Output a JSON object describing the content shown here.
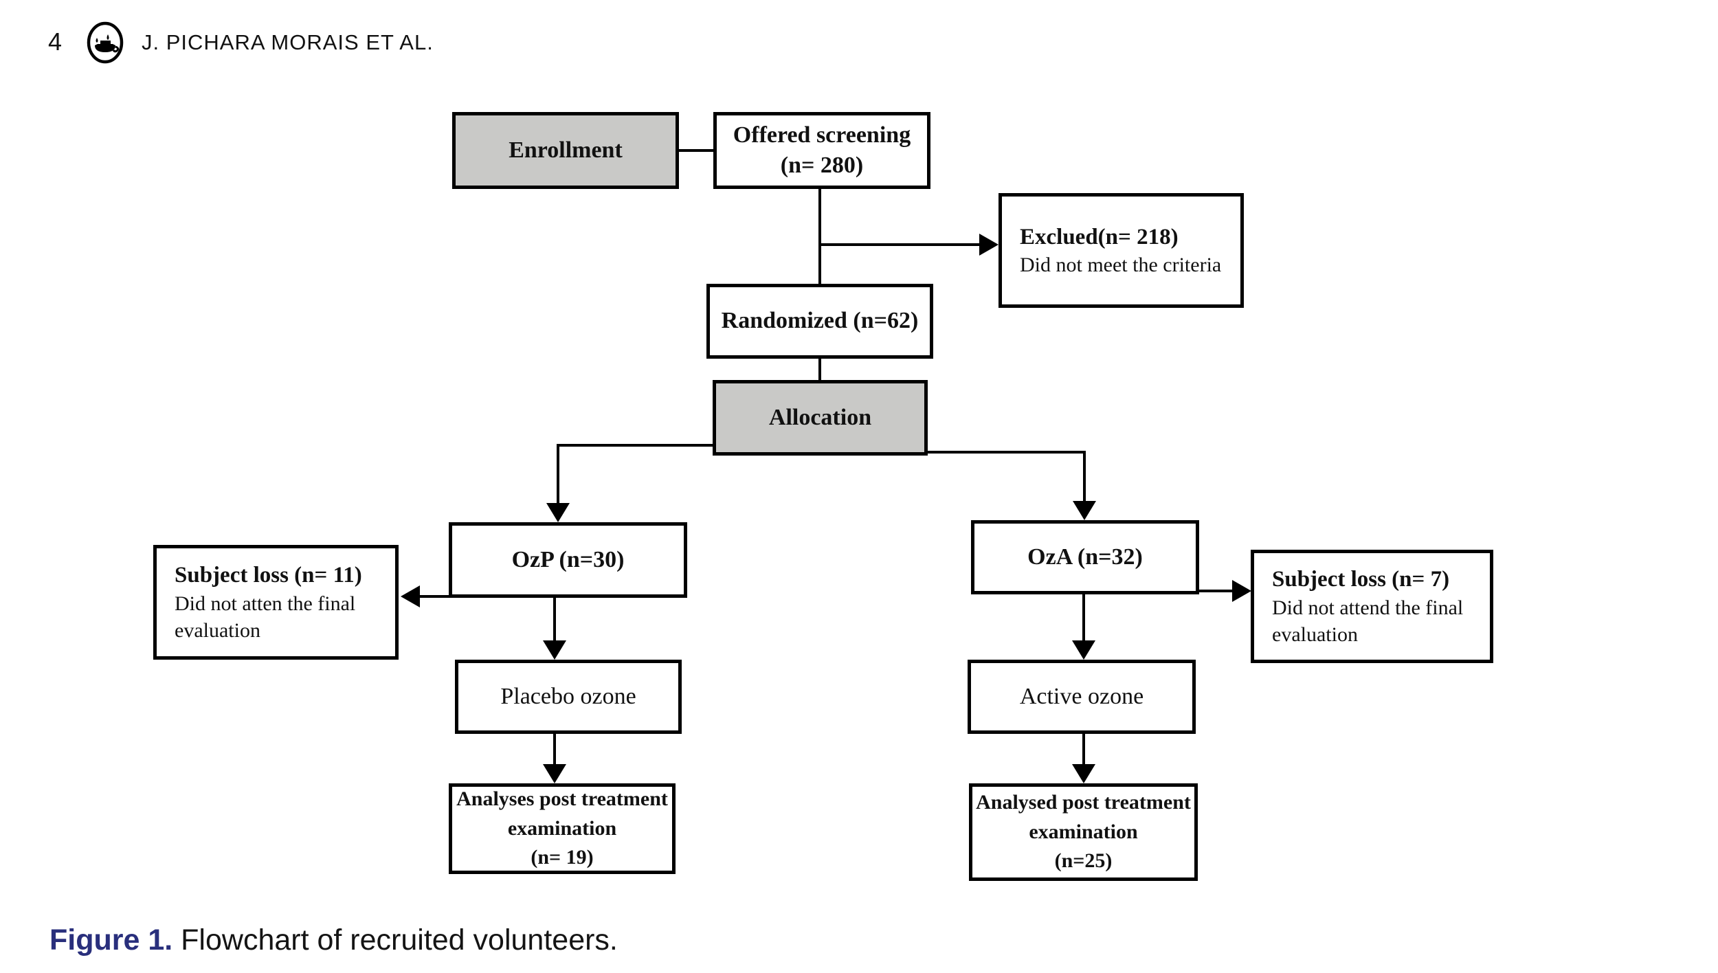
{
  "colors": {
    "node_fill_gray": "#c9c9c7",
    "caption_label": "#292f7c",
    "line": "#000000"
  },
  "icons": {
    "journal_logo": "lamp-in-circle-icon"
  },
  "header": {
    "page_number": "4",
    "authors": "J. PICHARA MORAIS ET AL."
  },
  "flowchart": {
    "enrollment": {
      "label": "Enrollment"
    },
    "offered_screening": {
      "line1": "Offered screening",
      "line2": "(n= 280)"
    },
    "excluded": {
      "title": "Exclued(n= 218)",
      "desc": "Did not meet the criteria"
    },
    "randomized": {
      "label": "Randomized (n=62)"
    },
    "allocation": {
      "label": "Allocation"
    },
    "ozp": {
      "label": "OzP (n=30)"
    },
    "oza": {
      "label": "OzA (n=32)"
    },
    "subject_loss_left": {
      "title": "Subject loss (n= 11)",
      "desc1": "Did not atten the final",
      "desc2": "evaluation"
    },
    "subject_loss_right": {
      "title": "Subject loss (n= 7)",
      "desc1": "Did not attend the final",
      "desc2": "evaluation"
    },
    "placebo_ozone": {
      "label": "Placebo ozone"
    },
    "active_ozone": {
      "label": "Active ozone"
    },
    "analyses_left": {
      "line1": "Analyses post treatment",
      "line2": "examination",
      "line3": "(n= 19)"
    },
    "analyses_right": {
      "line1": "Analysed post treatment",
      "line2": "examination",
      "line3": "(n=25)"
    }
  },
  "caption": {
    "label": "Figure 1.",
    "text": "Flowchart of recruited volunteers."
  }
}
